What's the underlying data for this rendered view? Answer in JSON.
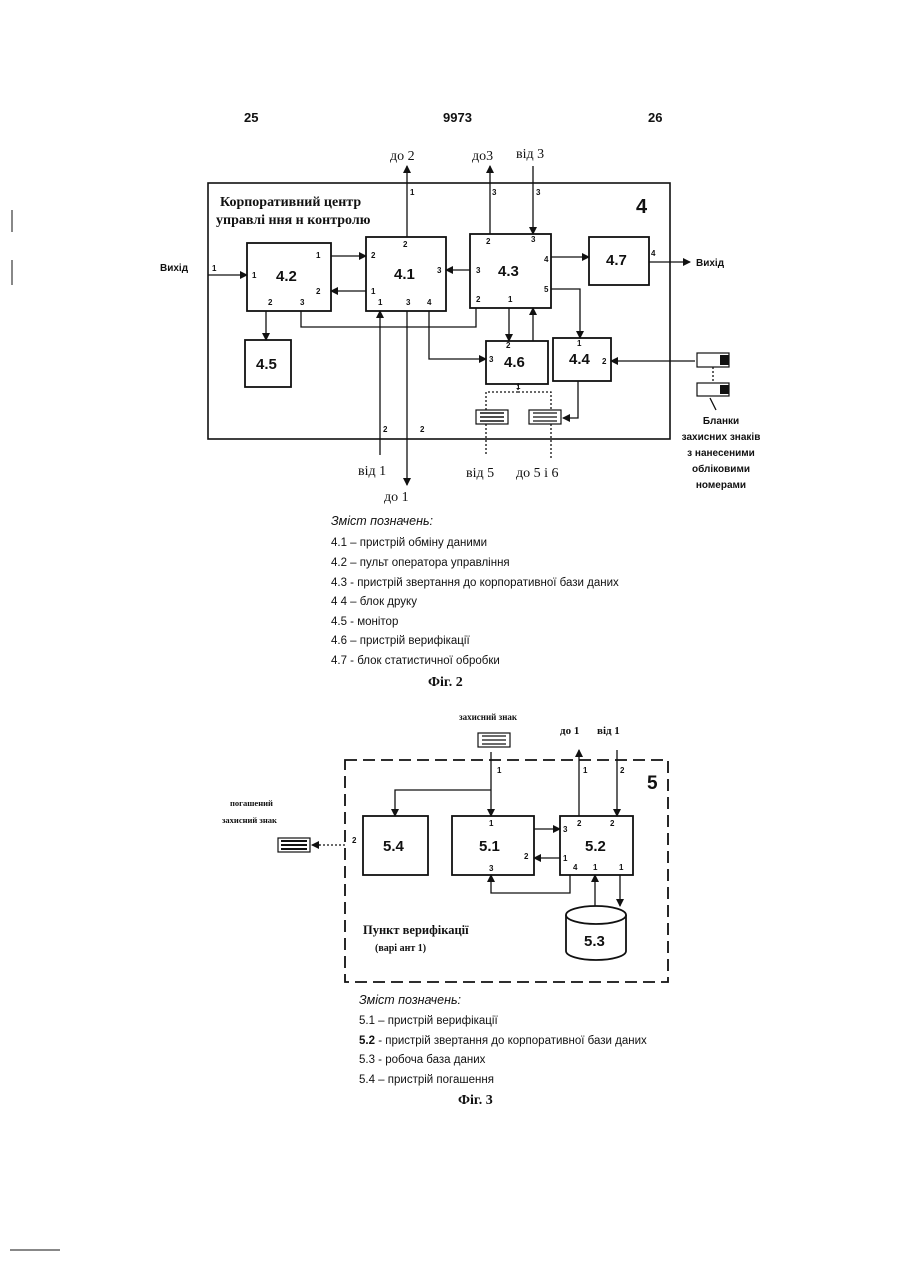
{
  "header": {
    "page_left": "25",
    "doc_number": "9973",
    "page_right": "26"
  },
  "fig2": {
    "title_line1": "Корпоративний центр",
    "title_line2": "управлі ння н контролю",
    "number": "4",
    "blocks": {
      "b41": "4.1",
      "b42": "4.2",
      "b43": "4.3",
      "b44": "4.4",
      "b45": "4.5",
      "b46": "4.6",
      "b47": "4.7"
    },
    "signals": {
      "do2": "до 2",
      "do3": "до3",
      "vid3": "від 3",
      "vyhid_in": "Вихід",
      "vyhid_out": "Вихід",
      "vid1": "від 1",
      "do1": "до 1",
      "vid5": "від 5",
      "do5i6": "до 5 і 6"
    },
    "blanks_label": [
      "Бланки",
      "захисних знаків",
      "з нанесеними",
      "обліковими",
      "номерами"
    ],
    "legend_title": "Зміст позначень:",
    "legend": [
      "4.1 – пристрій обміну даними",
      "4.2 – пульт оператора управління",
      "4.3 - пристрій звертання до корпоративної бази даних",
      "4 4 – блок друку",
      "4.5 - монітор",
      "4.6 – пристрій верифікації",
      "4.7 - блок статистичної обробки"
    ],
    "caption": "Фіг. 2"
  },
  "fig3": {
    "protect_sign": "захисний знак",
    "cancelled_sign": [
      "погашений",
      "захисний знак"
    ],
    "do1": "до 1",
    "vid1": "від 1",
    "number": "5",
    "blocks": {
      "b51": "5.1",
      "b52": "5.2",
      "b53": "5.3",
      "b54": "5.4"
    },
    "title_line1": "Пункт верифікації",
    "title_line2": "(варі ант 1)",
    "legend_title": "Зміст позначень:",
    "legend_pre": "5.1 – пристрій верифікації",
    "legend_b_num": "5.2",
    "legend_b_rest": " - пристрій звертання до корпоративної бази даних",
    "legend_c": "5.3 - робоча база даних",
    "legend_d": "5.4 – пристрій погашення",
    "caption": "Фіг. 3"
  }
}
